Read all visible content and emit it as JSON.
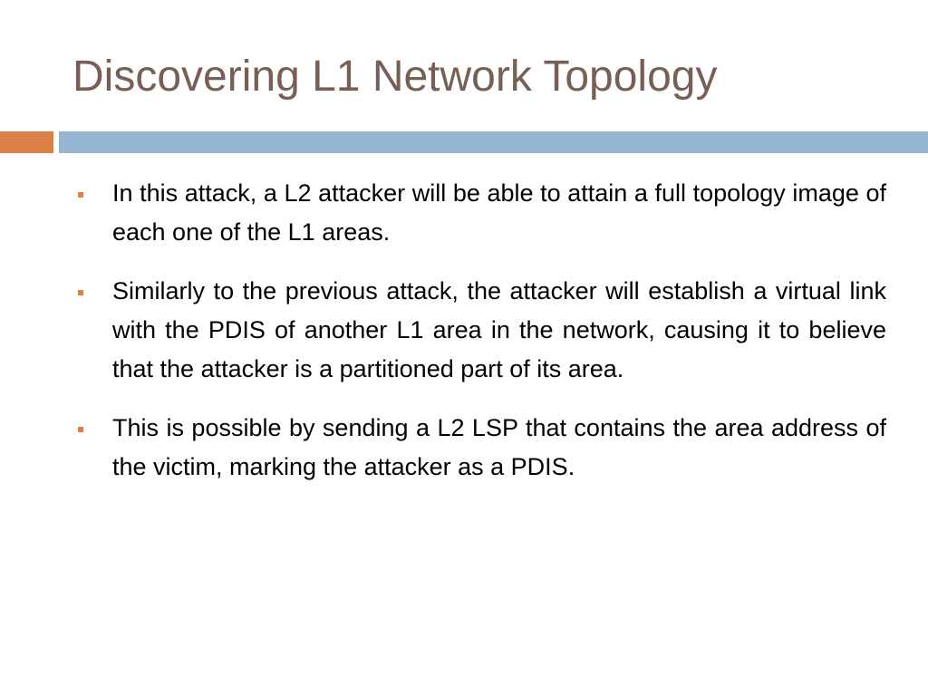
{
  "slide": {
    "title": "Discovering L1 Network Topology",
    "colors": {
      "title": "#775f55",
      "accent_orange": "#dd8047",
      "accent_blue": "#94b6d2",
      "bullet": "#dd8047"
    },
    "bullets": [
      {
        "text": "In this attack, a L2 attacker will be able to attain a full topology image of each one of the L1 areas."
      },
      {
        "text": "Similarly to the previous attack, the attacker will establish a virtual link with the PDIS of another L1 area in the network, causing it to believe that the attacker is a partitioned part of its area."
      },
      {
        "text": "This is possible by sending a L2 LSP that contains the area address of the victim, marking the attacker as a PDIS."
      }
    ]
  }
}
